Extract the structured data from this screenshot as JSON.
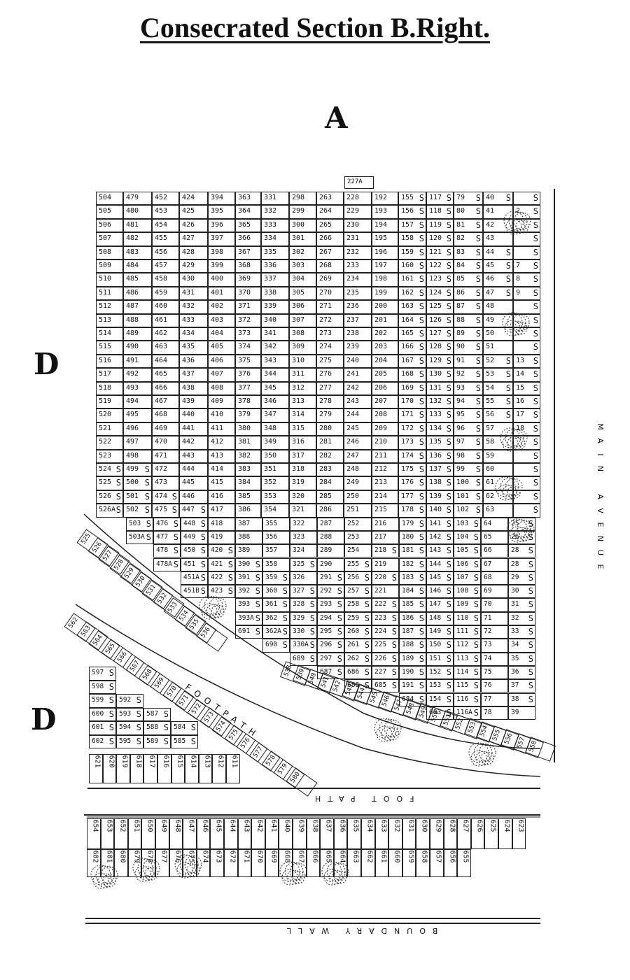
{
  "title": "Consecrated Section B.Right.",
  "labels": {
    "top": "A",
    "left_upper": "D",
    "left_lower": "D"
  },
  "road_labels": {
    "right": "MAIN AVENUE",
    "footpath_diag": "FOOTPATH",
    "footpath_bottom": "FOOT PATH",
    "boundary": "BOUNDARY WALL"
  },
  "plot_227a": "227A",
  "columns": [
    [
      "504",
      "505",
      "506",
      "507",
      "508",
      "509",
      "510",
      "511",
      "512",
      "513",
      "514",
      "515",
      "516",
      "517",
      "518",
      "519",
      "520",
      "521",
      "522",
      "523",
      "524 S",
      "525 S",
      "526 S",
      "526A S"
    ],
    [
      "479",
      "480",
      "481",
      "482",
      "483",
      "484",
      "485",
      "486",
      "487",
      "488",
      "489",
      "490",
      "491",
      "492",
      "493",
      "494",
      "495",
      "496",
      "497",
      "498",
      "499 S",
      "500 S",
      "501 S",
      "502 S"
    ],
    [
      "452",
      "453",
      "454",
      "455",
      "456",
      "457",
      "458",
      "459",
      "460",
      "461",
      "462",
      "463",
      "464",
      "465",
      "466",
      "467",
      "468",
      "469",
      "470",
      "471",
      "472",
      "473",
      "474 S",
      "475 S"
    ],
    [
      "424",
      "425",
      "426",
      "427",
      "428",
      "429",
      "430",
      "431",
      "432",
      "433",
      "434",
      "435",
      "436",
      "437",
      "438",
      "439",
      "440",
      "441",
      "442",
      "443",
      "444",
      "445",
      "446",
      "447 S"
    ],
    [
      "394",
      "395",
      "396",
      "397",
      "398",
      "399",
      "400",
      "401",
      "402",
      "403",
      "404",
      "405",
      "406",
      "407",
      "408",
      "409",
      "410",
      "411",
      "412",
      "413",
      "414",
      "415",
      "416",
      "417"
    ],
    [
      "363",
      "364",
      "365",
      "366",
      "367",
      "368",
      "369",
      "370",
      "371",
      "372",
      "373",
      "374",
      "375",
      "376",
      "377",
      "378",
      "379",
      "380",
      "381",
      "382",
      "383",
      "384",
      "385",
      "386"
    ],
    [
      "331",
      "332",
      "333",
      "334",
      "335",
      "336",
      "337",
      "338",
      "339",
      "340",
      "341",
      "342",
      "343",
      "344",
      "345",
      "346",
      "347",
      "348",
      "349",
      "350",
      "351",
      "352",
      "353",
      "354"
    ],
    [
      "298",
      "299",
      "300",
      "301",
      "302",
      "303",
      "304",
      "305",
      "306",
      "307",
      "308",
      "309",
      "310",
      "311",
      "312",
      "313",
      "314",
      "315",
      "316",
      "317",
      "318",
      "319",
      "320",
      "321"
    ],
    [
      "263",
      "264",
      "265",
      "266",
      "267",
      "268",
      "269",
      "270",
      "271",
      "272",
      "273",
      "274",
      "275",
      "276",
      "277",
      "278",
      "279",
      "280",
      "281",
      "282",
      "283",
      "284",
      "285",
      "286"
    ],
    [
      "228",
      "229",
      "230",
      "231",
      "232",
      "233",
      "234",
      "235",
      "236",
      "237",
      "238",
      "239",
      "240",
      "241",
      "242",
      "243",
      "244",
      "245",
      "246",
      "247",
      "248",
      "249",
      "250",
      "251"
    ],
    [
      "192",
      "193",
      "194",
      "195",
      "196",
      "197",
      "198",
      "199",
      "200",
      "201",
      "202",
      "203",
      "204",
      "205",
      "206",
      "207",
      "208",
      "209",
      "210",
      "211",
      "212",
      "213",
      "214",
      "215"
    ],
    [
      "155 S",
      "156 S",
      "157 S",
      "158 S",
      "159 S",
      "160 S",
      "161 S",
      "162 S",
      "163 S",
      "164 S",
      "165 S",
      "166 S",
      "167 S",
      "168 S",
      "169 S",
      "170 S",
      "171 S",
      "172 S",
      "173 S",
      "174 S",
      "175 S",
      "176 S",
      "177 S",
      "178 S"
    ],
    [
      "117 S",
      "118 S",
      "119 S",
      "120 S",
      "121 S",
      "122 S",
      "123 S",
      "124 S",
      "125 S",
      "126 S",
      "127 S",
      "128 S",
      "129 S",
      "130 S",
      "131 S",
      "132 S",
      "133 S",
      "134 S",
      "135 S",
      "136 S",
      "137 S",
      "138 S",
      "139 S",
      "140 S"
    ],
    [
      "79 S",
      "80 S",
      "81 S",
      "82 S",
      "83 S",
      "84 S",
      "85 S",
      "86 S",
      "87 S",
      "88 S",
      "89 S",
      "90 S",
      "91 S",
      "92 S",
      "93 S",
      "94 S",
      "95 S",
      "96 S",
      "97 S",
      "98 S",
      "99 S",
      "100 S",
      "101 S",
      "102 S"
    ],
    [
      "40 S",
      "41",
      "42",
      "43",
      "44 S",
      "45 S",
      "46 S",
      "47 S",
      "48",
      "49",
      "50",
      "51",
      "52 S",
      "53 S",
      "54 S",
      "55 S",
      "56 S",
      "57",
      "58",
      "59",
      "60",
      "61",
      "62",
      "63"
    ],
    [
      "S",
      "2 S",
      "S",
      "S",
      "S",
      "7 S",
      "8 S",
      "9 S",
      "S",
      "S",
      "S",
      "S",
      "13 S",
      "14 S",
      "15 S",
      "16 S",
      "17 S",
      "18 S",
      "S",
      "S",
      "S",
      "S",
      "S",
      "S"
    ]
  ],
  "lower_rows": [
    [
      "503 S",
      "476 S",
      "448 S",
      "418",
      "387",
      "355",
      "322",
      "287",
      "252",
      "216",
      "179 S",
      "141 S",
      "103 S",
      "64",
      "25 S"
    ],
    [
      "503A S",
      "477 S",
      "449 S",
      "419",
      "388",
      "356",
      "323",
      "288",
      "253",
      "217",
      "180 S",
      "142 S",
      "104 S",
      "65",
      "26 S"
    ],
    [
      "478 S",
      "450 S",
      "420 S",
      "389",
      "357",
      "324",
      "289",
      "254",
      "218 S",
      "181 S",
      "143 S",
      "105 S",
      "66",
      "28 S"
    ],
    [
      "478A S",
      "451 S",
      "421 S",
      "390 S",
      "358",
      "325 S",
      "290",
      "255 S",
      "219",
      "182 S",
      "144 S",
      "106 S",
      "67",
      "28 S"
    ],
    [
      "451A S",
      "422 S",
      "391 S",
      "359 S",
      "326",
      "291 S",
      "256 S",
      "220 S",
      "183 S",
      "145 S",
      "107 S",
      "68",
      "29 S"
    ],
    [
      "451B S",
      "423 S",
      "392 S",
      "360 S",
      "327 S",
      "292 S",
      "257 S",
      "221",
      "184 S",
      "146 S",
      "108 S",
      "69",
      "30 S"
    ],
    [
      "393 S",
      "361 S",
      "328 S",
      "293 S",
      "258 S",
      "222 S",
      "185 S",
      "147 S",
      "109 S",
      "70",
      "31 S"
    ],
    [
      "393A S",
      "362 S",
      "329 S",
      "294 S",
      "259 S",
      "223 S",
      "186 S",
      "148 S",
      "110 S",
      "71",
      "32 S"
    ],
    [
      "691 S",
      "362A S",
      "330 S",
      "295 S",
      "260 S",
      "224 S",
      "187 S",
      "149 S",
      "111 S",
      "72",
      "33 S"
    ],
    [
      "690 S",
      "330A S",
      "296 S",
      "261 S",
      "225 S",
      "188 S",
      "150 S",
      "112 S",
      "73",
      "34 S"
    ],
    [
      "689 S",
      "297 S",
      "262 S",
      "226 S",
      "189 S",
      "151 S",
      "113 S",
      "74",
      "35 S"
    ],
    [
      "687 S",
      "686 S",
      "227 S",
      "190 S",
      "152 S",
      "114 S",
      "75",
      "36 S"
    ],
    [
      "688 S",
      "685 S",
      "191 S",
      "153 S",
      "115 S",
      "76",
      "37 S"
    ],
    [
      "684 S",
      "154 S",
      "116 S",
      "77",
      "38 S"
    ],
    [
      "683 S",
      "116A S",
      "78",
      "39"
    ]
  ],
  "diag_outer": [
    "525",
    "526",
    "527",
    "528",
    "529",
    "530",
    "531",
    "532",
    "533",
    "534",
    "535",
    "536"
  ],
  "diag_inner": [
    "562",
    "563",
    "564",
    "565",
    "566",
    "567",
    "568",
    "569",
    "570",
    "571",
    "572",
    "573",
    "574",
    "575",
    "576",
    "577",
    "578",
    "579",
    "580"
  ],
  "curve_row": [
    "538",
    "539",
    "540",
    "541",
    "542",
    "543",
    "544",
    "545",
    "546",
    "547",
    "548",
    "549",
    "550",
    "551",
    "552",
    "553",
    "554",
    "555",
    "556",
    "557",
    "558"
  ],
  "left_block": [
    [
      "597 S"
    ],
    [
      "598 S"
    ],
    [
      "599 S",
      "592 S"
    ],
    [
      "600 S",
      "593 S",
      "587 S"
    ],
    [
      "601 S",
      "594 S",
      "588 S",
      "584 S"
    ],
    [
      "602 S",
      "595 S",
      "589 S",
      "585 S"
    ]
  ],
  "left_bottom_row": [
    "621",
    "620",
    "619",
    "618",
    "617",
    "616",
    "615",
    "614",
    "613",
    "612",
    "611"
  ],
  "strip_top": [
    "654",
    "653",
    "652",
    "651",
    "650",
    "649",
    "648",
    "647",
    "646",
    "645",
    "644",
    "643",
    "642",
    "641",
    "640",
    "639",
    "638",
    "637",
    "636",
    "635",
    "634",
    "633",
    "632",
    "631",
    "630",
    "629",
    "628",
    "627",
    "626",
    "625",
    "624",
    "623"
  ],
  "strip_bottom": [
    "682",
    "681",
    "680",
    "679",
    "678",
    "677",
    "676",
    "675",
    "674",
    "673",
    "672",
    "671",
    "670",
    "669",
    "668",
    "667",
    "666",
    "665",
    "664",
    "663",
    "662",
    "661",
    "660",
    "659",
    "658",
    "657",
    "656",
    "655"
  ]
}
